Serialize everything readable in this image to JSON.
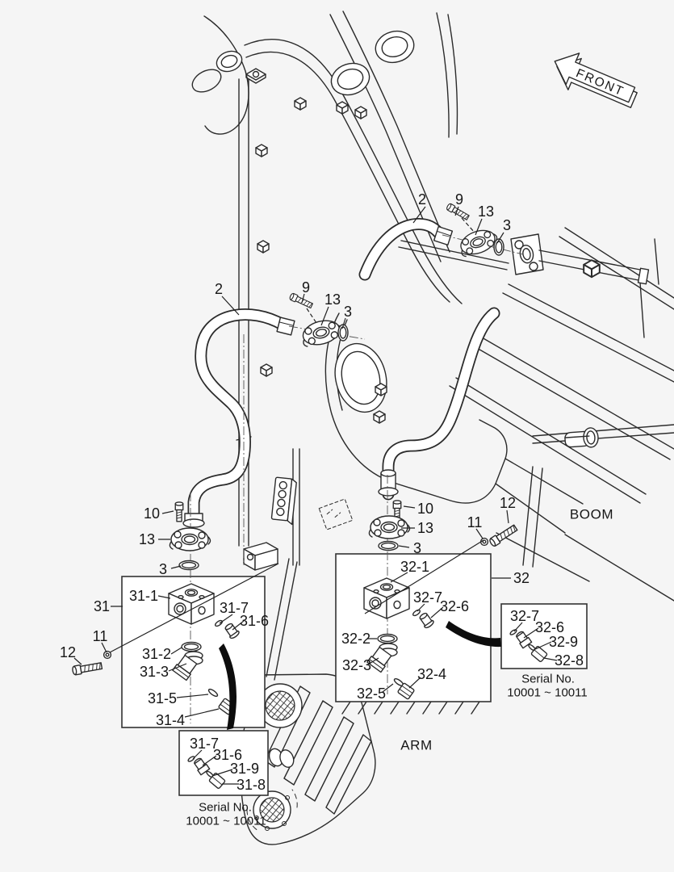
{
  "labels": {
    "front": "FRONT",
    "boom": "BOOM",
    "arm": "ARM"
  },
  "serial_note": {
    "line1": "Serial No.",
    "line2": "10001 ~ 10011"
  },
  "callouts": [
    {
      "label": "2"
    },
    {
      "label": "9"
    },
    {
      "label": "13"
    },
    {
      "label": "3"
    },
    {
      "label": "2"
    },
    {
      "label": "9"
    },
    {
      "label": "13"
    },
    {
      "label": "3"
    },
    {
      "label": "10"
    },
    {
      "label": "13"
    },
    {
      "label": "3"
    },
    {
      "label": "31"
    },
    {
      "label": "31-1"
    },
    {
      "label": "31-7"
    },
    {
      "label": "31-6"
    },
    {
      "label": "11"
    },
    {
      "label": "12"
    },
    {
      "label": "31-2"
    },
    {
      "label": "31-3"
    },
    {
      "label": "31-5"
    },
    {
      "label": "31-4"
    },
    {
      "label": "31-7"
    },
    {
      "label": "31-6"
    },
    {
      "label": "31-9"
    },
    {
      "label": "31-8"
    },
    {
      "label": "10"
    },
    {
      "label": "13"
    },
    {
      "label": "3"
    },
    {
      "label": "12"
    },
    {
      "label": "11"
    },
    {
      "label": "32-1"
    },
    {
      "label": "32"
    },
    {
      "label": "32-7"
    },
    {
      "label": "32-6"
    },
    {
      "label": "32-2"
    },
    {
      "label": "32-3"
    },
    {
      "label": "32-4"
    },
    {
      "label": "32-5"
    },
    {
      "label": "32-7"
    },
    {
      "label": "32-6"
    },
    {
      "label": "32-9"
    },
    {
      "label": "32-8"
    }
  ]
}
